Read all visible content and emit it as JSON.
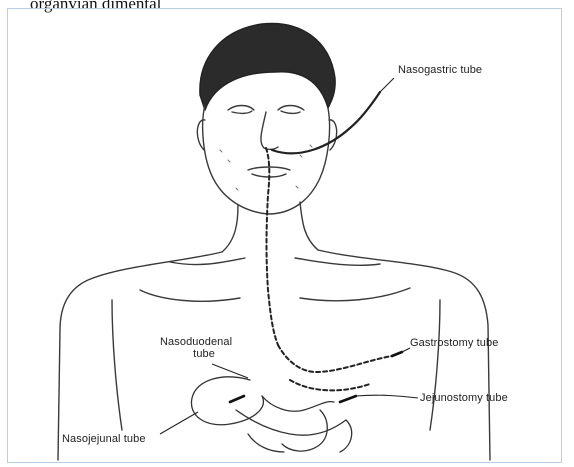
{
  "header_text": "organvian dimental",
  "labels": {
    "nasogastric": "Nasogastric tube",
    "nasoduodenal_line1": "Nasoduodenal",
    "nasoduodenal_line2": "tube",
    "gastrostomy": "Gastrostomy tube",
    "jejunostomy": "Jejunostomy tube",
    "nasojejunal": "Nasojejunal tube"
  }
}
